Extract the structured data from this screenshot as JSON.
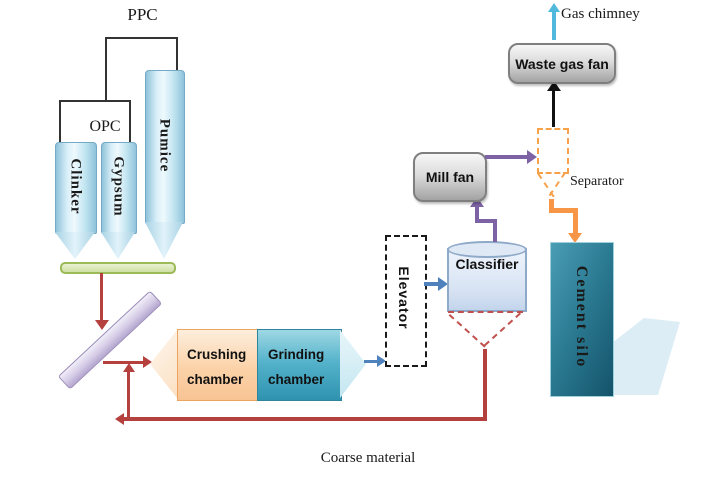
{
  "diagram": {
    "labels": {
      "ppc": "PPC",
      "opc": "OPC",
      "gas_chimney": "Gas chimney",
      "separator": "Separator",
      "coarse_material": "Coarse material"
    },
    "nodes": {
      "clinker": "Clinker",
      "gypsum": "Gypsum",
      "pumice": "Pumice",
      "crushing_chamber": "Crushing chamber",
      "grinding_chamber": "Grinding chamber",
      "elevator": "Elevator",
      "classifier": "Classifier",
      "mill_fan": "Mill fan",
      "waste_gas_fan": "Waste gas fan",
      "cement_silo": "Cement silo"
    },
    "colors": {
      "material_flow_red": "#b5413f",
      "blue_arrow": "#4f81bd",
      "gas_flow_purple": "#7e62a6",
      "product_orange": "#f79646",
      "chimney_cyan": "#4fb8dc",
      "line_black": "#2b2b2b",
      "silo_blue": "#cfe9f5",
      "grinding_teal": "#4bacc6",
      "crushing_orange": "#fac090",
      "cement_silo_teal": "#2d7f96",
      "fan_gray": "#c8c8c8",
      "feeder_green": "#d7e4bd",
      "conveyor_lavender": "#ccc1dc"
    }
  }
}
